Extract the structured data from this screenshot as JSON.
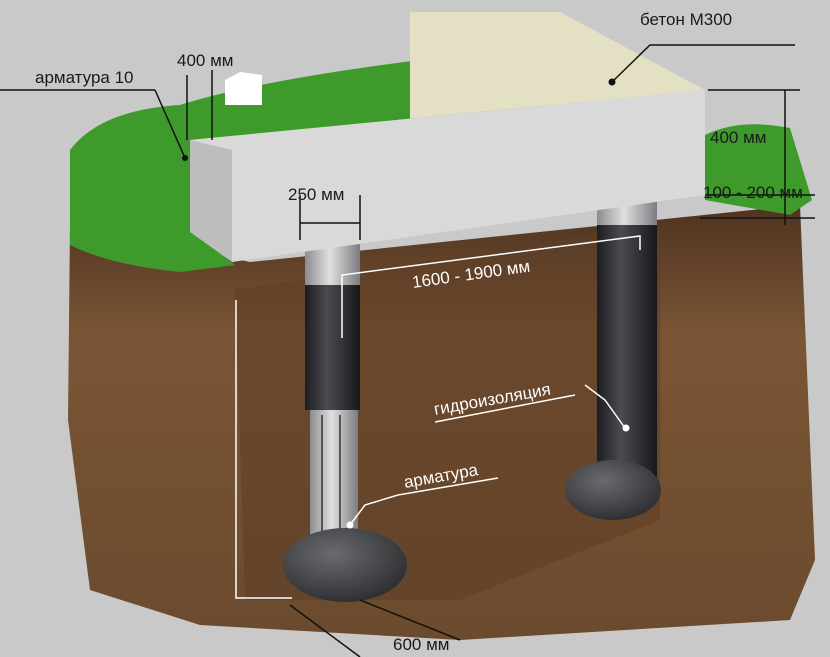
{
  "labels": {
    "concrete": "бетон М300",
    "beam_width": "400 мм",
    "rebar10": "арматура 10",
    "beam_height": "400 мм",
    "gap": "100 - 200 мм",
    "pile_diameter": "250 мм",
    "pile_depth": "1600 - 1900 мм",
    "waterproofing": "гидроизоляция",
    "rebar": "арматура",
    "footing_diameter": "600 мм"
  },
  "colors": {
    "background": "#c9c9c9",
    "soil": "#6b4a2e",
    "grass": "#3f9a2c",
    "concrete_top": "#e3e0c4",
    "concrete_front": "#d8d9d9",
    "pile_black": "#2a2b2e",
    "footing": "#4a4b4e"
  }
}
